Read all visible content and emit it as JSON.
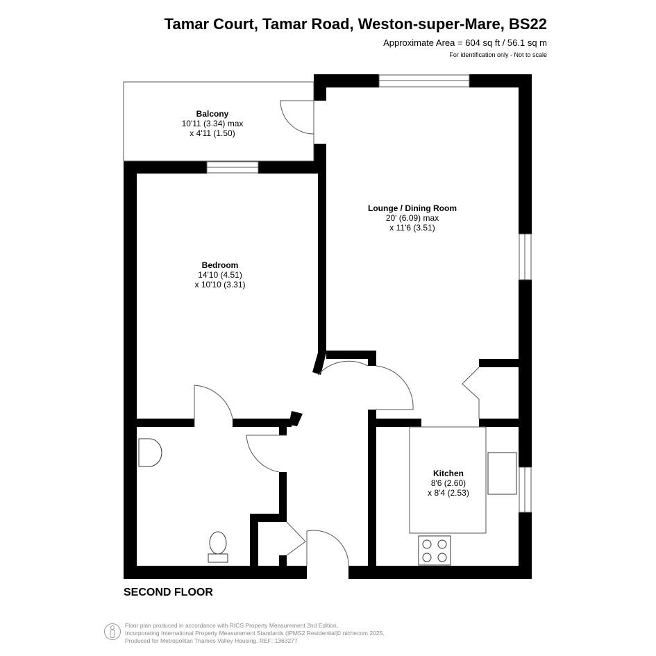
{
  "header": {
    "title": "Tamar Court, Tamar Road, Weston-super-Mare, BS22",
    "area": "Approximate Area = 604 sq ft / 56.1 sq m",
    "note": "For identification only - Not to scale"
  },
  "rooms": [
    {
      "name": "Balcony",
      "dim1": "10'11 (3.34) max",
      "dim2": "x 4'11 (1.50)"
    },
    {
      "name": "Lounge / Dining Room",
      "dim1": "20' (6.09) max",
      "dim2": "x 11'6 (3.51)"
    },
    {
      "name": "Bedroom",
      "dim1": "14'10 (4.51)",
      "dim2": "x 10'10 (3.31)"
    },
    {
      "name": "Kitchen",
      "dim1": "8'6 (2.60)",
      "dim2": "x 8'4 (2.53)"
    }
  ],
  "floor_label": "SECOND FLOOR",
  "footer": {
    "line1": "Floor plan produced in accordance with RICS Property Measurement 2nd Edition,",
    "line2": "Incorporating International Property Measurement Standards (IPMS2 Residential).",
    "line3": "Produced for Metropolitan Thames Valley Housing.   REF: 1363277",
    "copyright": "© nichecom 2025."
  }
}
